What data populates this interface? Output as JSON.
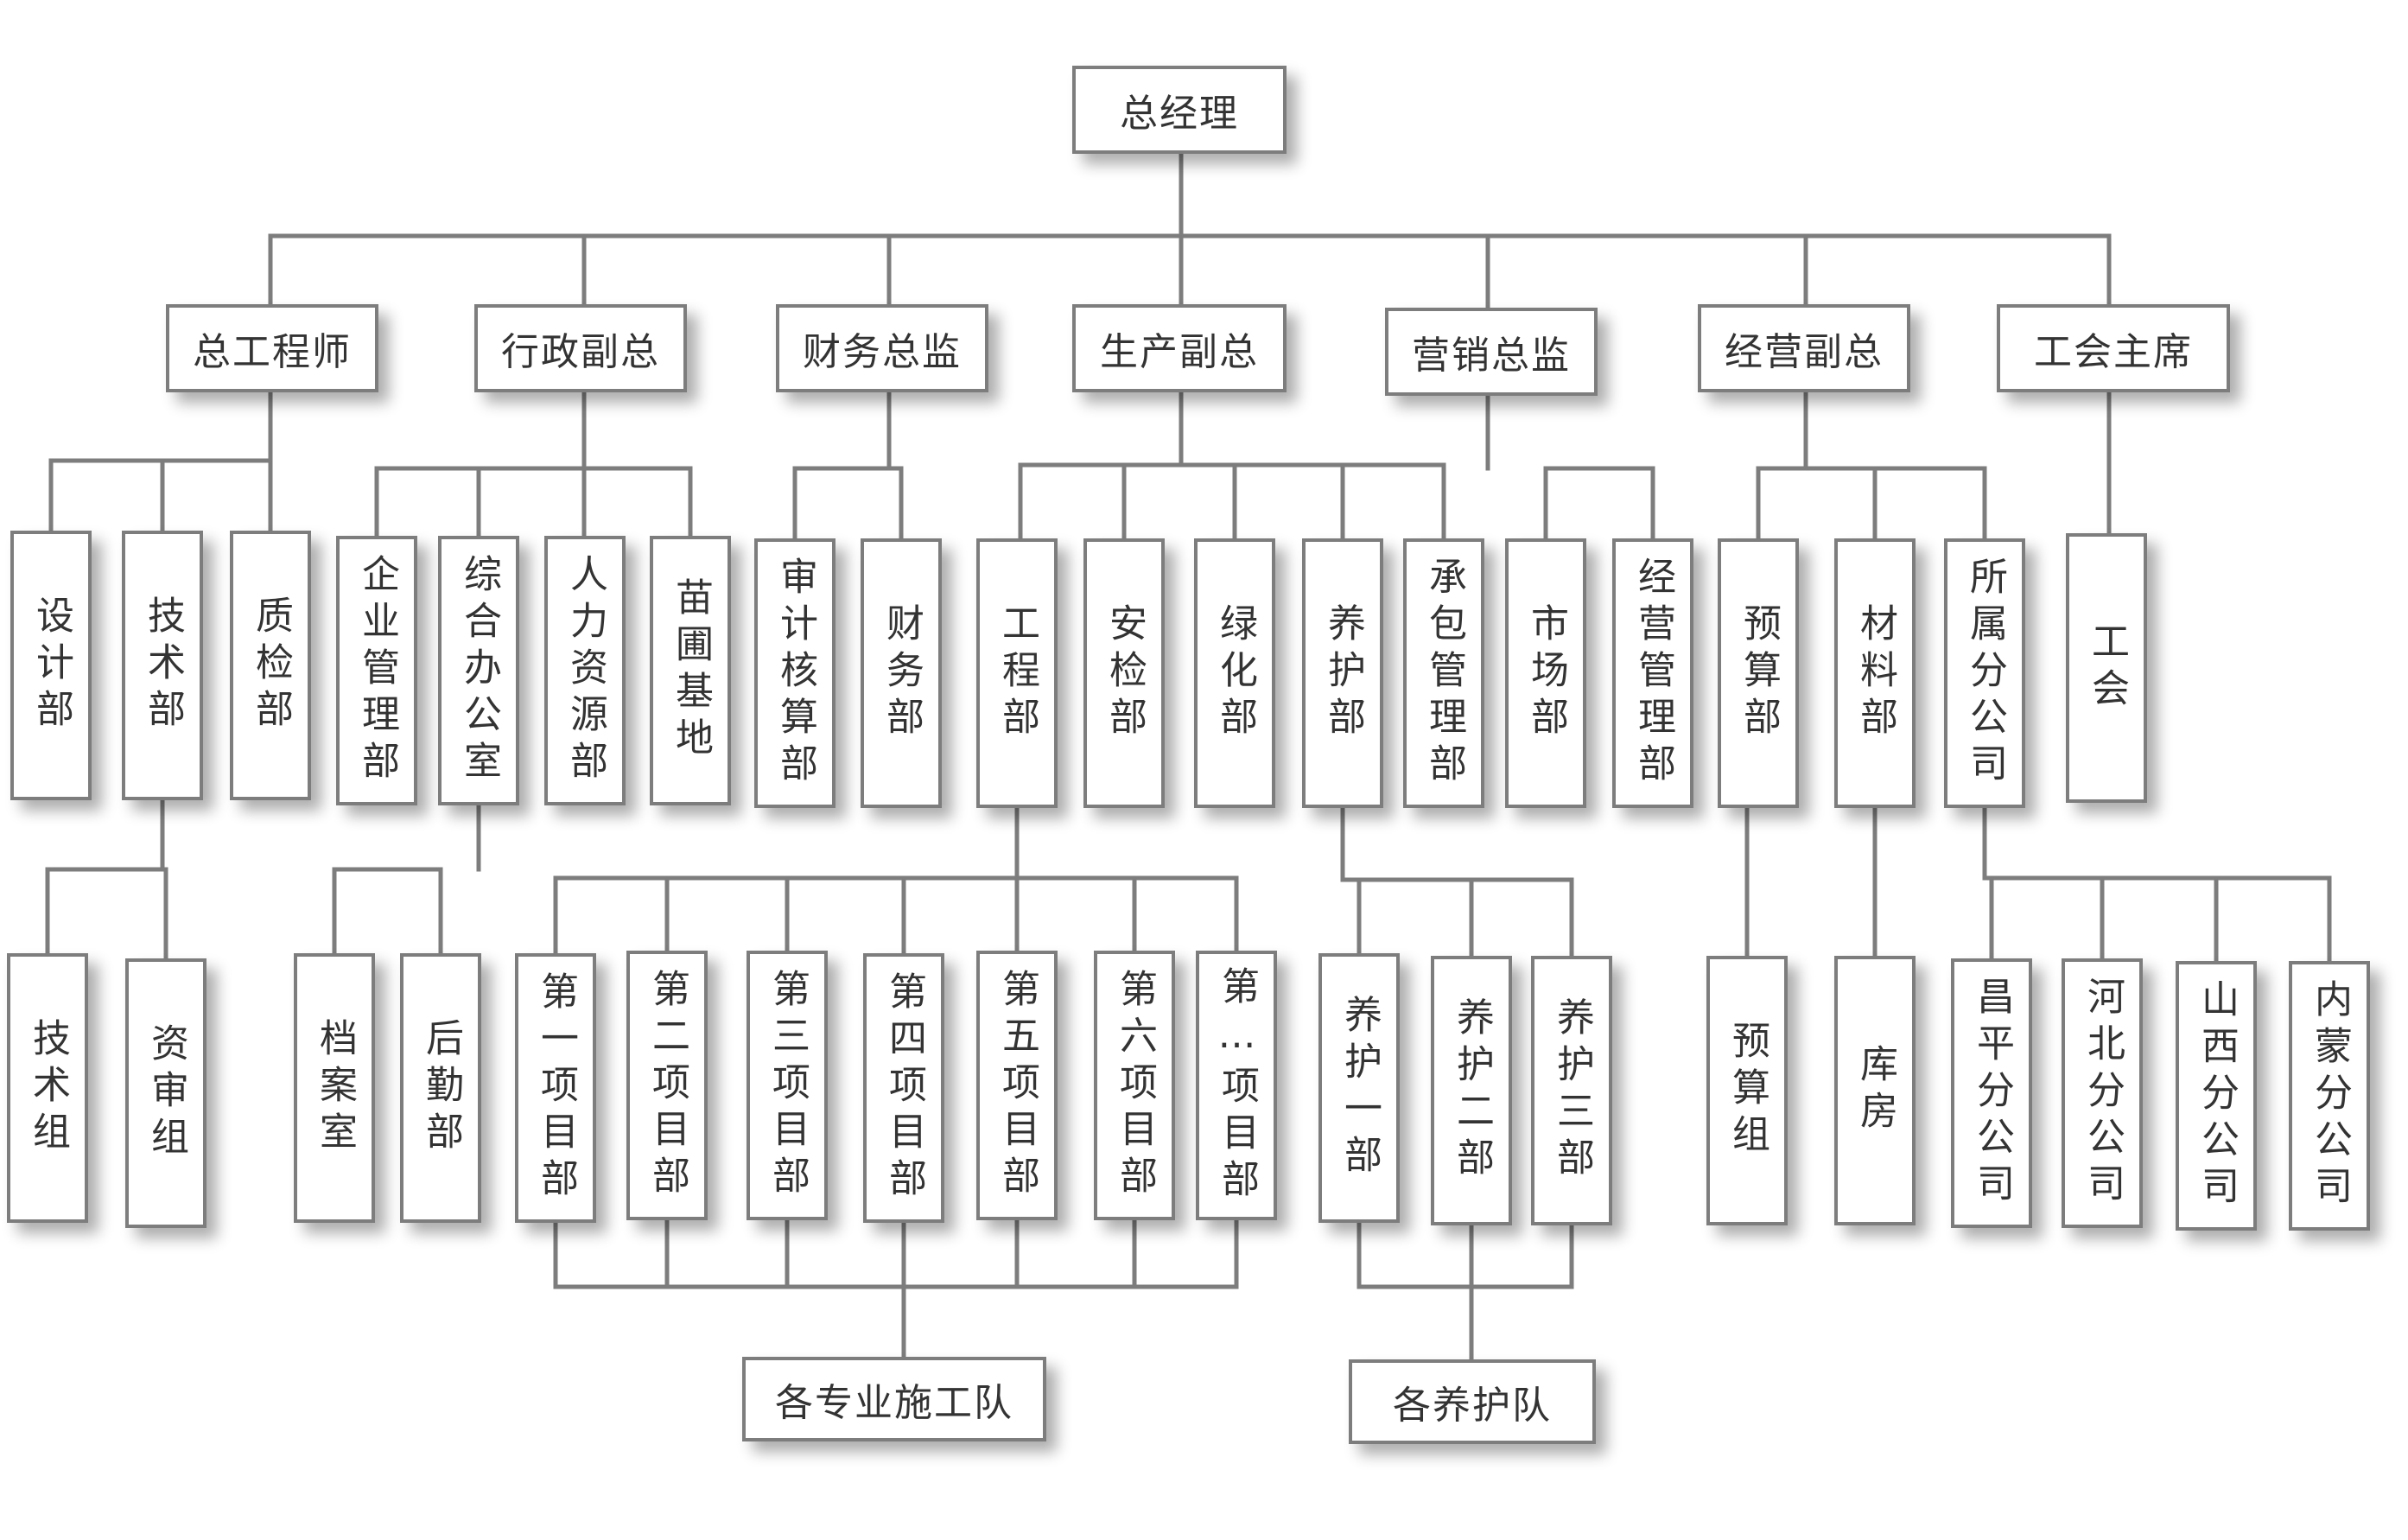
{
  "nodes": {
    "general_manager": "总经理",
    "chief_engineer": "总工程师",
    "admin_vp": "行政副总",
    "finance_director": "财务总监",
    "production_vp": "生产副总",
    "marketing_director": "营销总监",
    "business_vp": "经营副总",
    "union_chairman": "工会主席",
    "design_dept": "设计部",
    "tech_dept": "技术部",
    "quality_dept": "质检部",
    "enterprise_mgmt_dept": "企业管理部",
    "general_office": "综合办公室",
    "hr_dept": "人力资源部",
    "nursery_base": "苗圃基地",
    "audit_dept": "审计核算部",
    "finance_dept": "财务部",
    "engineering_dept": "工程部",
    "safety_dept": "安检部",
    "greening_dept": "绿化部",
    "maintenance_dept": "养护部",
    "contracting_dept": "承包管理部",
    "market_dept": "市场部",
    "business_mgmt_dept": "经营管理部",
    "budget_dept": "预算部",
    "materials_dept": "材料部",
    "branch_companies": "所属分公司",
    "union": "工会",
    "tech_group": "技术组",
    "review_group": "资审组",
    "archives_room": "档案室",
    "logistics_dept": "后勤部",
    "project_1": "第一项目部",
    "project_2": "第二项目部",
    "project_3": "第三项目部",
    "project_4": "第四项目部",
    "project_5": "第五项目部",
    "project_6": "第六项目部",
    "project_n": "第…项目部",
    "maintenance_1": "养护一部",
    "maintenance_2": "养护二部",
    "maintenance_3": "养护三部",
    "budget_group": "预算组",
    "warehouse": "库房",
    "changping_branch": "昌平分公司",
    "hebei_branch": "河北分公司",
    "shanxi_branch": "山西分公司",
    "neimeng_branch": "内蒙分公司",
    "construction_teams": "各专业施工队",
    "maintenance_teams": "各养护队"
  },
  "colors": {
    "box_border": "#7d7d7d",
    "connector": "#7d7d7d",
    "text": "#333333",
    "background": "#ffffff"
  }
}
